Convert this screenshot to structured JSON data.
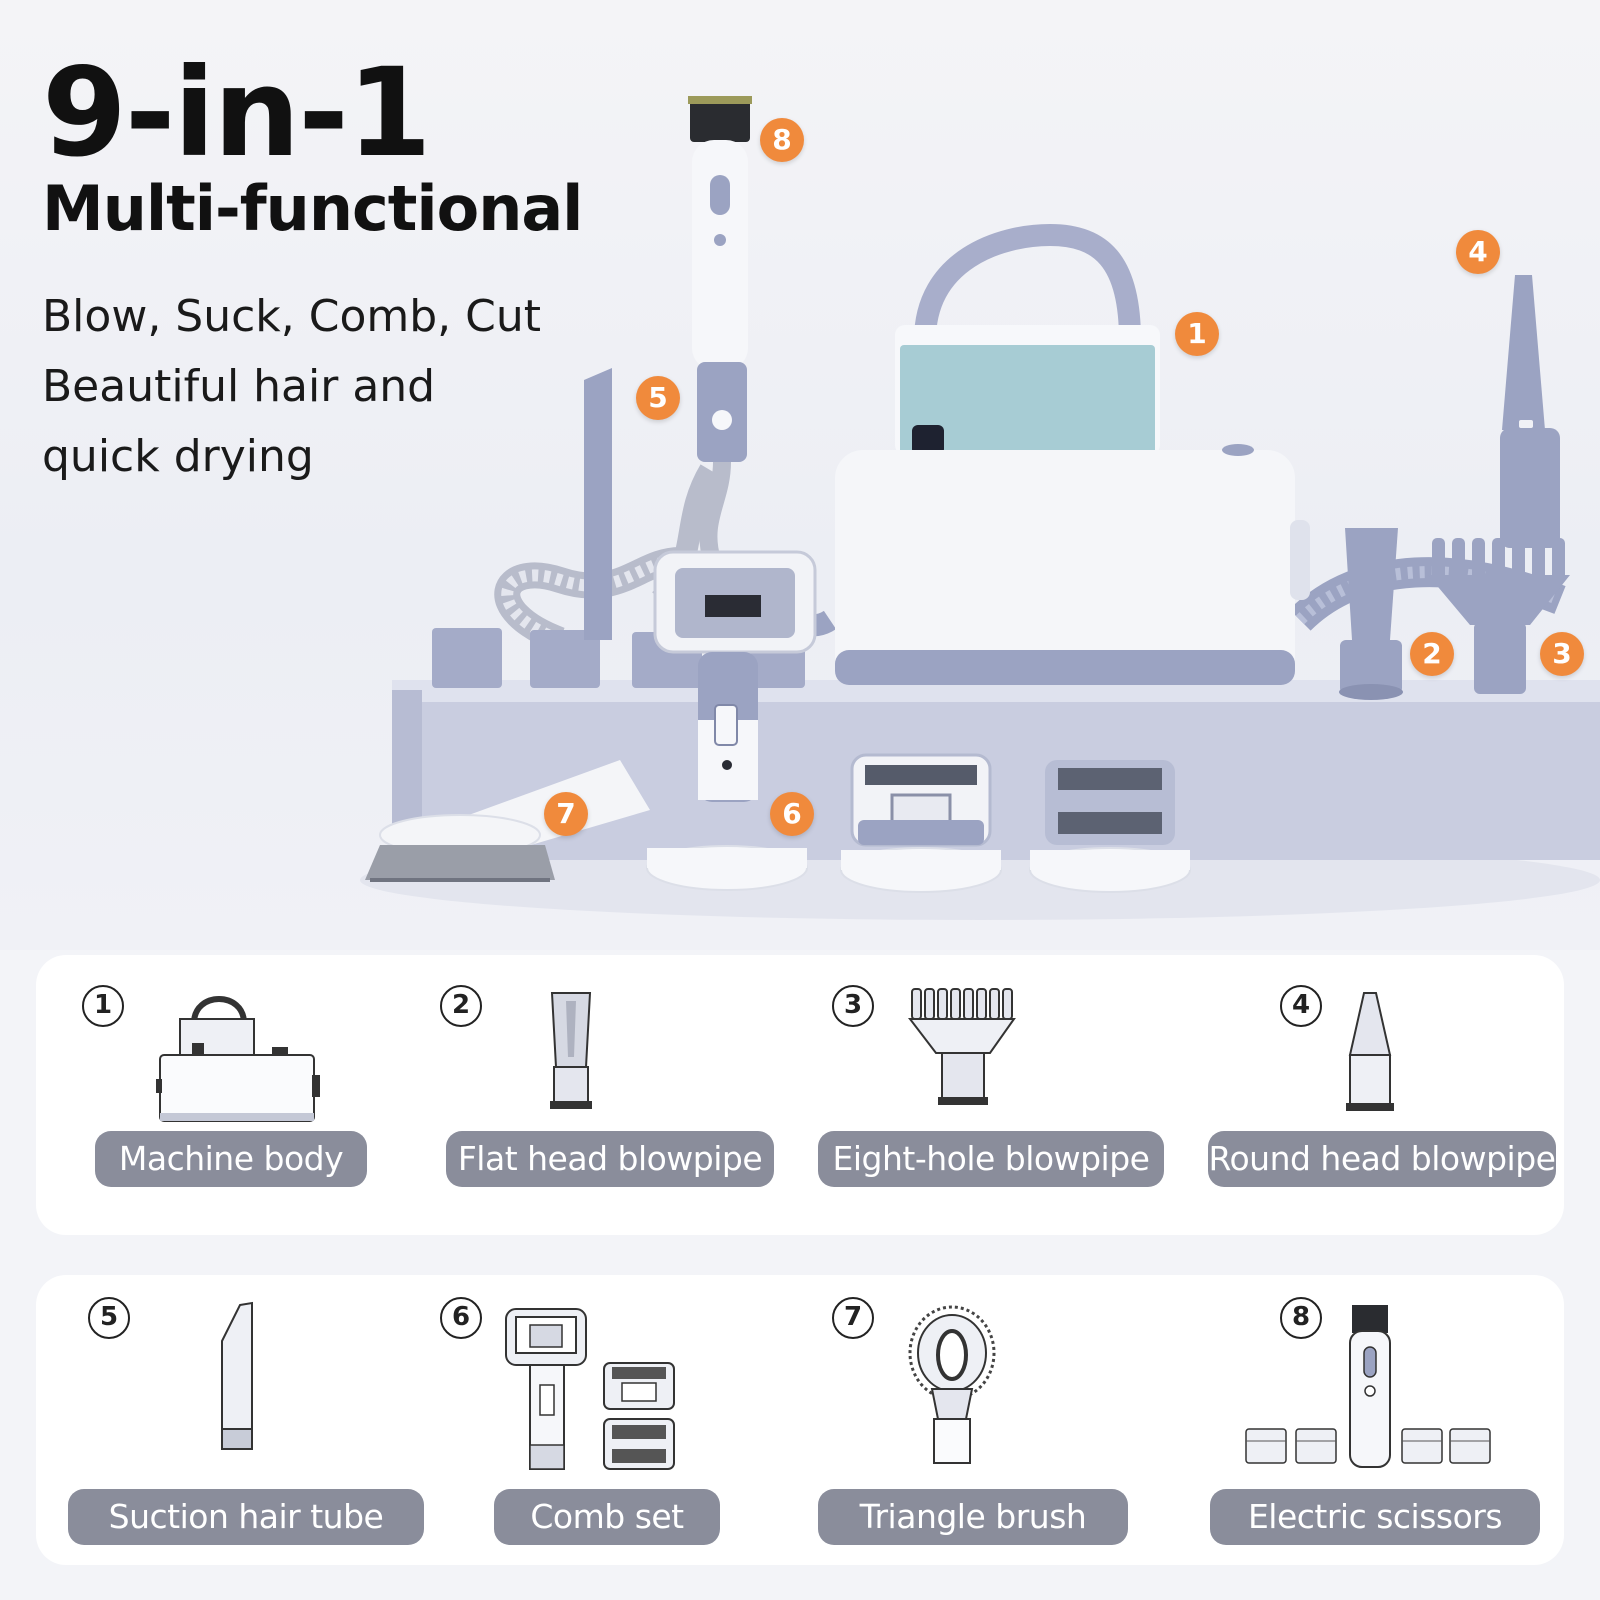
{
  "hero": {
    "headline": "9-in-1",
    "subhead": "Multi-functional",
    "tagline_lines": [
      "Blow, Suck, Comb, Cut",
      "Beautiful hair and",
      "quick drying"
    ],
    "badges": [
      "1",
      "2",
      "3",
      "4",
      "5",
      "6",
      "7",
      "8"
    ],
    "badge_color": "#f08a3c",
    "accent_color": "#9ba3c2"
  },
  "components": [
    {
      "number": "1",
      "label": "Machine body"
    },
    {
      "number": "2",
      "label": "Flat head blowpipe"
    },
    {
      "number": "3",
      "label": "Eight-hole blowpipe"
    },
    {
      "number": "4",
      "label": "Round head blowpipe"
    },
    {
      "number": "5",
      "label": "Suction hair tube"
    },
    {
      "number": "6",
      "label": "Comb set"
    },
    {
      "number": "7",
      "label": "Triangle brush"
    },
    {
      "number": "8",
      "label": "Electric scissors"
    }
  ],
  "pill_color": "#8a8d9b"
}
